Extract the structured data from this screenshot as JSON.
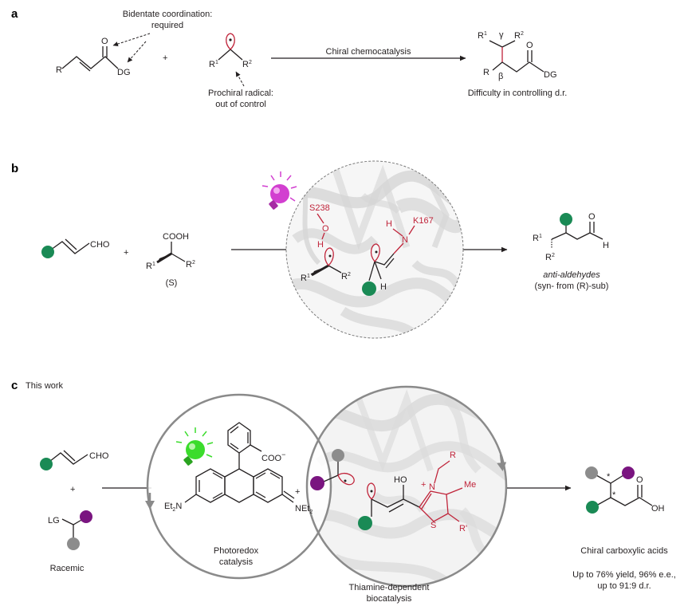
{
  "panels": {
    "a": {
      "letter": "a",
      "note_top": [
        "Bidentate coordination:",
        "required"
      ],
      "reactant_R": "R",
      "reactant_DG": "DG",
      "reactant_O": "O",
      "plus": "+",
      "radical_R1": "R",
      "radical_R1_sup": "1",
      "radical_R2": "R",
      "radical_R2_sup": "2",
      "note_radical": [
        "Prochiral radical:",
        "out of control"
      ],
      "arrow_label": "Chiral chemocatalysis",
      "product_R1": "R",
      "product_R1_sup": "1",
      "product_gamma": "γ",
      "product_R2": "R",
      "product_R2_sup": "2",
      "product_R": "R",
      "product_beta": "β",
      "product_O": "O",
      "product_DG": "DG",
      "product_note": "Difficulty in controlling d.r."
    },
    "b": {
      "letter": "b",
      "enal_CHO": "CHO",
      "plus": "+",
      "acid_COOH": "COOH",
      "acid_R1": "R",
      "acid_R1_sup": "1",
      "acid_R2": "R",
      "acid_R2_sup": "2",
      "acid_config": "(S)",
      "residue_S238": "S238",
      "residue_O": "O",
      "residue_H": "H",
      "residue_K167": "K167",
      "residue_N": "N",
      "residue_NH": "H",
      "inner_R1": "R",
      "inner_R1_sup": "1",
      "inner_R2": "R",
      "inner_R2_sup": "2",
      "inner_H": "H",
      "product_R1": "R",
      "product_R1_sup": "1",
      "product_R2": "R",
      "product_R2_sup": "2",
      "product_O": "O",
      "product_H": "H",
      "product_note_1": "anti-aldehydes",
      "product_note_2": "(syn- from (R)-sub)"
    },
    "c": {
      "letter": "c",
      "title": "This work",
      "enal_CHO": "CHO",
      "plus": "+",
      "racemic_LG": "LG",
      "racemic_label": "Racemic",
      "catalyst_COO": "COO",
      "catalyst_COO_charge": "−",
      "catalyst_Et2N": "Et",
      "catalyst_Et2N_sub": "2",
      "catalyst_Et2N_N": "N",
      "catalyst_NEt2": "NEt",
      "catalyst_NEt2_sub": "2",
      "catalyst_plus": "+",
      "photoredox_label": [
        "Photoredox",
        "catalysis"
      ],
      "tdp_HO": "HO",
      "tdp_N": "N",
      "tdp_plus": "+",
      "tdp_R": "R",
      "tdp_Me": "Me",
      "tdp_S": "S",
      "tdp_Rp": "R'",
      "bio_label": [
        "Thiamine-dependent",
        "biocatalysis"
      ],
      "product_OH": "OH",
      "product_O": "O",
      "product_star": "*",
      "product_title": "Chiral carboxylic acids",
      "product_stats": [
        "Up to 76% yield, 96% e.e.,",
        "up to 91:9 d.r."
      ]
    }
  },
  "colors": {
    "green": "#1a8a55",
    "purple": "#7a1580",
    "grey": "#8c8c8c",
    "red": "#c0243a",
    "magenta_bulb": "#d23fd0",
    "green_bulb": "#3bdc2c"
  },
  "icons": [
    "magenta-lightbulb-icon",
    "green-lightbulb-icon",
    "protein-ribbon-background"
  ]
}
